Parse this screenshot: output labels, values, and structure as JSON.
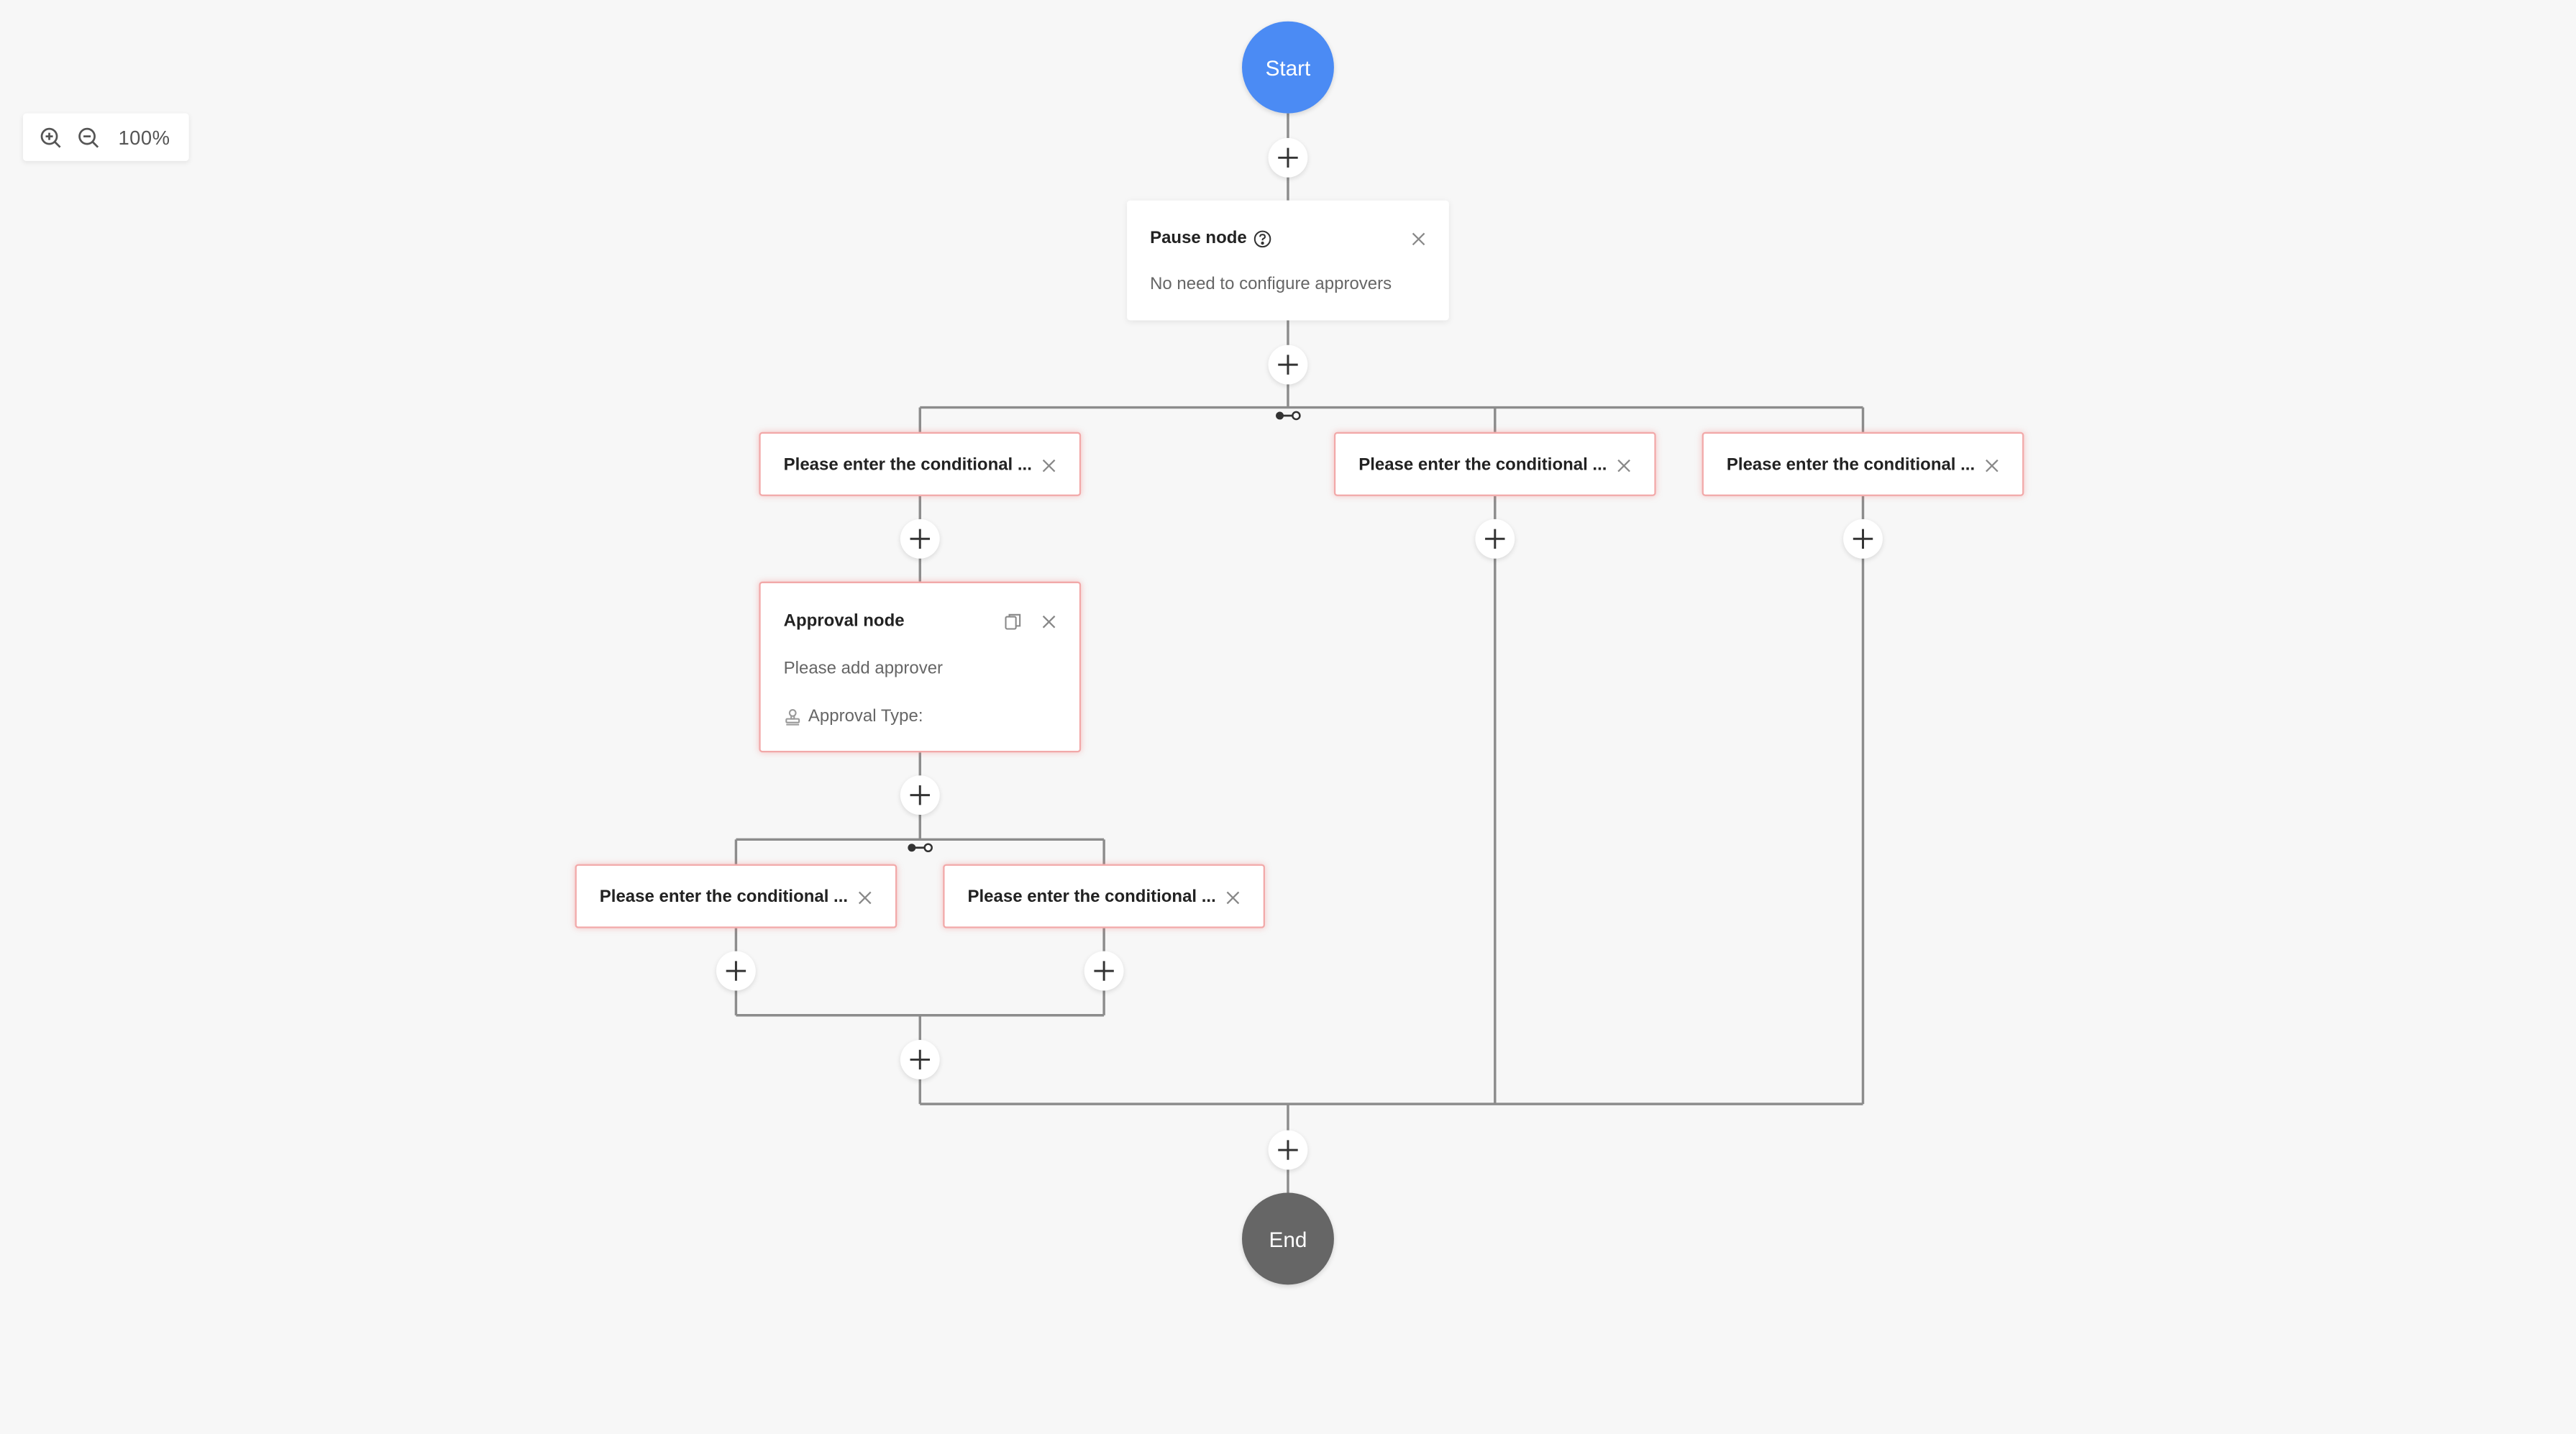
{
  "toolbar": {
    "zoom_in_icon": "zoom-in-icon",
    "zoom_out_icon": "zoom-out-icon",
    "zoom_level": "100%"
  },
  "flow": {
    "start_label": "Start",
    "end_label": "End",
    "pause_node": {
      "title": "Pause node",
      "description": "No need to configure approvers"
    },
    "approval_node": {
      "title": "Approval node",
      "description": "Please add approver",
      "type_label": "Approval Type:"
    },
    "conditions": [
      {
        "label": "Please enter the conditional ..."
      },
      {
        "label": "Please enter the conditional ..."
      },
      {
        "label": "Please enter the conditional ..."
      },
      {
        "label": "Please enter the conditional ..."
      },
      {
        "label": "Please enter the conditional ..."
      }
    ]
  },
  "colors": {
    "start": "#4b8bf4",
    "end": "#666666",
    "connector": "#8c8c8c",
    "invalid_border": "#f2a9a9",
    "canvas": "#f7f7f7"
  }
}
